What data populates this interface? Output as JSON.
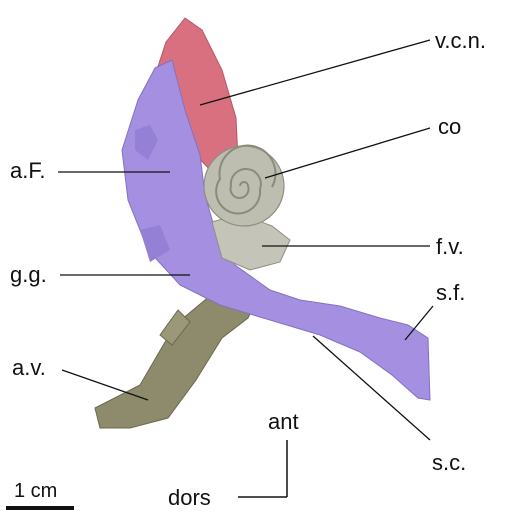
{
  "labels": {
    "vcn": "v.c.n.",
    "co": "co",
    "aF": "a.F.",
    "fv": "f.v.",
    "gg": "g.g.",
    "sf": "s.f.",
    "av": "a.v.",
    "sc": "s.c.",
    "ant": "ant",
    "dors": "dors",
    "scale": "1 cm"
  },
  "colors": {
    "background": "#ffffff",
    "red_structure": "#d9707f",
    "purple_structure": "#a58fe0",
    "cochlea_grey": "#bdbdb0",
    "olive_nerve": "#8d8b6c",
    "lines": "#111111"
  }
}
